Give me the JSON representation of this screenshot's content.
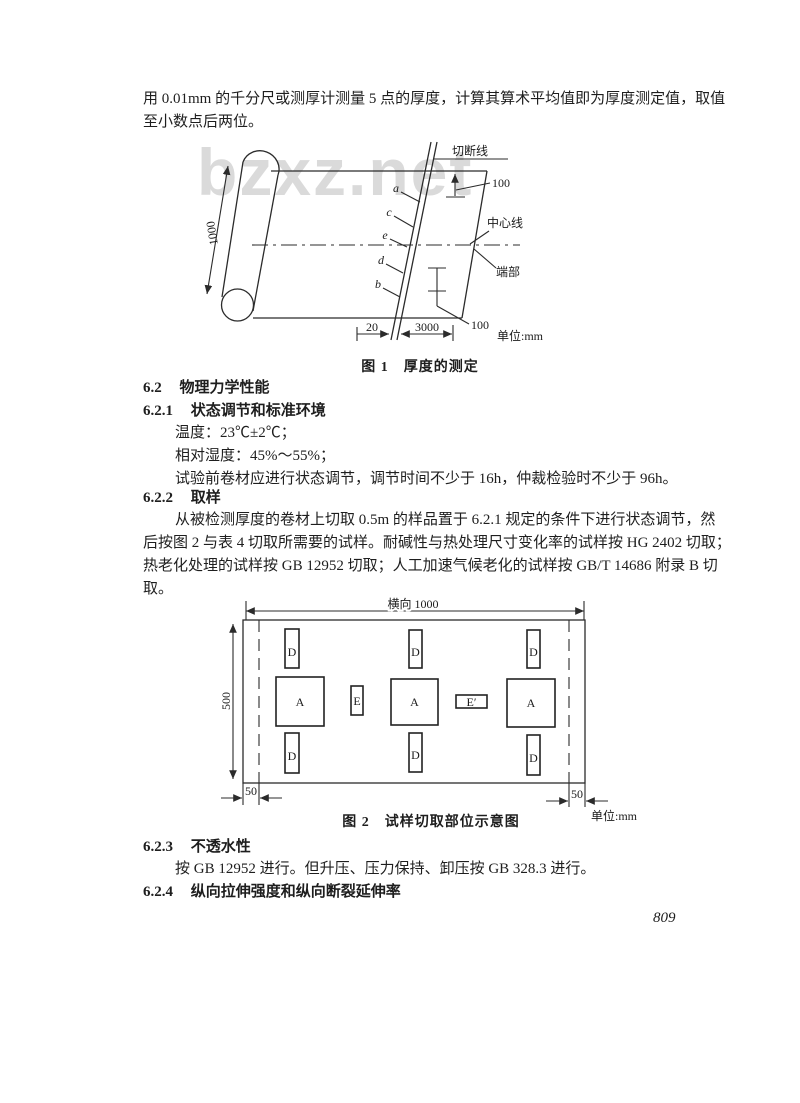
{
  "intro": {
    "line1": "用 0.01mm 的千分尺或测厚计测量 5 点的厚度，计算其算术平均值即为厚度测定值，取值",
    "line2": "至小数点后两位。"
  },
  "figure1": {
    "caption": "图 1　厚度的测定",
    "watermark": "bzxz.net",
    "labels": {
      "cut_line": "切断线",
      "center_line": "中心线",
      "edge": "端部",
      "unit": "单位:mm",
      "dim_roll": "1000",
      "dim_top": "100",
      "dim_bottom": "100",
      "dim_20": "20",
      "dim_3000": "3000",
      "points": [
        "a",
        "c",
        "e",
        "d",
        "b"
      ]
    }
  },
  "sections": {
    "s62": {
      "num": "6.2",
      "title": "物理力学性能"
    },
    "s621": {
      "num": "6.2.1",
      "title": "状态调节和标准环境"
    },
    "s621_lines": [
      "温度：23℃±2℃；",
      "相对湿度：45%～55%；",
      "试验前卷材应进行状态调节，调节时间不少于 16h，仲裁检验时不少于 96h。"
    ],
    "s622": {
      "num": "6.2.2",
      "title": "取样"
    },
    "s622_lines": [
      "从被检测厚度的卷材上切取 0.5m 的样品置于 6.2.1 规定的条件下进行状态调节，然",
      "后按图 2 与表 4 切取所需要的试样。耐碱性与热处理尺寸变化率的试样按 HG 2402 切取；",
      "热老化处理的试样按 GB 12952 切取；人工加速气候老化的试样按 GB/T 14686 附录 B 切",
      "取。"
    ],
    "s623": {
      "num": "6.2.3",
      "title": "不透水性"
    },
    "s623_line": "按 GB 12952 进行。但升压、压力保持、卸压按 GB 328.3 进行。",
    "s624": {
      "num": "6.2.4",
      "title": "纵向拉伸强度和纵向断裂延伸率"
    }
  },
  "figure2": {
    "caption": "图 2　试样切取部位示意图",
    "labels": {
      "dim_top": "横向 1000",
      "dim_left": "500",
      "dim_50_left": "50",
      "dim_50_right": "50",
      "unit": "单位:mm",
      "sample_a": "A",
      "sample_d": "D",
      "sample_e": "E",
      "sample_e2": "E′"
    }
  },
  "page": {
    "number": "809"
  }
}
